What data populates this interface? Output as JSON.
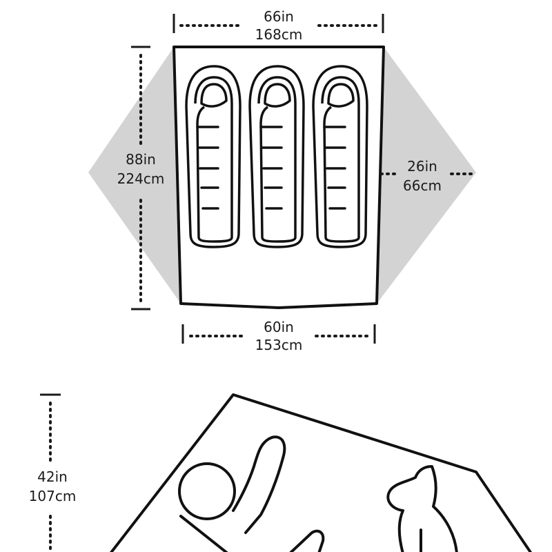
{
  "floor_plan": {
    "top_width": {
      "in": "66in",
      "cm": "168cm"
    },
    "length": {
      "in": "88in",
      "cm": "224cm"
    },
    "vestibule_depth": {
      "in": "26in",
      "cm": "66cm"
    },
    "bottom_width": {
      "in": "60in",
      "cm": "153cm"
    },
    "sleeping_bag_count": 3
  },
  "side_view": {
    "peak_height": {
      "in": "42in",
      "cm": "107cm"
    }
  },
  "colors": {
    "line": "#111111",
    "vestibule": "#d3d3d3",
    "background": "#ffffff"
  }
}
